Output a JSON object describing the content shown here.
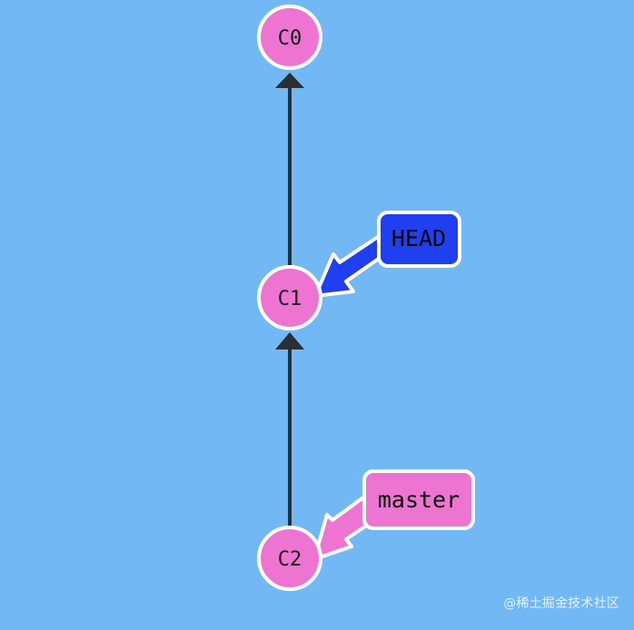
{
  "colors": {
    "background": "#72b8f5",
    "commit_fill": "#ee74d1",
    "node_stroke": "#ffffff",
    "edge": "#2a2f36",
    "head_fill": "#1f3ff0",
    "master_fill": "#ee74d1"
  },
  "diagram": {
    "commits": [
      {
        "id": "C0",
        "label": "C0"
      },
      {
        "id": "C1",
        "label": "C1"
      },
      {
        "id": "C2",
        "label": "C2"
      }
    ],
    "parent_edges": [
      {
        "from": "C1",
        "to": "C0"
      },
      {
        "from": "C2",
        "to": "C1"
      }
    ],
    "refs": [
      {
        "id": "HEAD",
        "label": "HEAD",
        "points_to": "C1",
        "color": "#1f3ff0"
      },
      {
        "id": "master",
        "label": "master",
        "points_to": "C2",
        "color": "#ee74d1"
      }
    ]
  },
  "watermark": {
    "text": "@稀土掘金技术社区"
  }
}
